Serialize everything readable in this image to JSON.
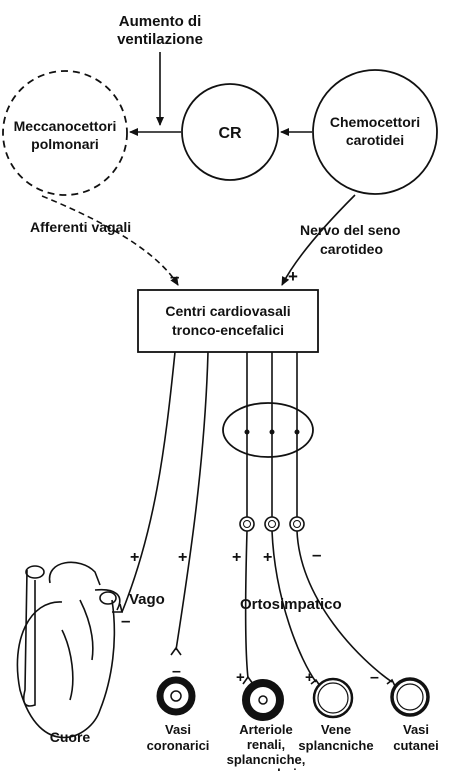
{
  "top_label": [
    "Aumento di",
    "ventilazione"
  ],
  "nodes": {
    "mechano": [
      "Meccanocettori",
      "polmonari"
    ],
    "cr": "CR",
    "chemo": [
      "Chemocettori",
      "carotidei"
    ],
    "center": [
      "Centri cardiovasali",
      "tronco-encefalici"
    ]
  },
  "afferents": {
    "vagal": "Afferenti vagali",
    "carotid": [
      "Nervo del seno",
      "carotideo"
    ]
  },
  "signs": {
    "vagal_in": "–",
    "carotid_in": "+",
    "heart_vago": "+",
    "coronary_vago": "+",
    "ortho_1": "+",
    "ortho_2": "+",
    "ortho_3": "–",
    "heart_out": "–",
    "arteriole_out": "+",
    "vene_out": "+",
    "cutanei_out": "–",
    "coronary_out": "–"
  },
  "nerves": {
    "vago": "Vago",
    "ortosimpatico": "Ortosimpatico"
  },
  "targets": {
    "cuore": "Cuore",
    "coronarici": [
      "Vasi",
      "coronarici"
    ],
    "arteriole": [
      "Arteriole",
      "renali,",
      "splancniche,",
      "muscolari"
    ],
    "vene": [
      "Vene",
      "splancniche"
    ],
    "cutanei": [
      "Vasi",
      "cutanei"
    ]
  }
}
